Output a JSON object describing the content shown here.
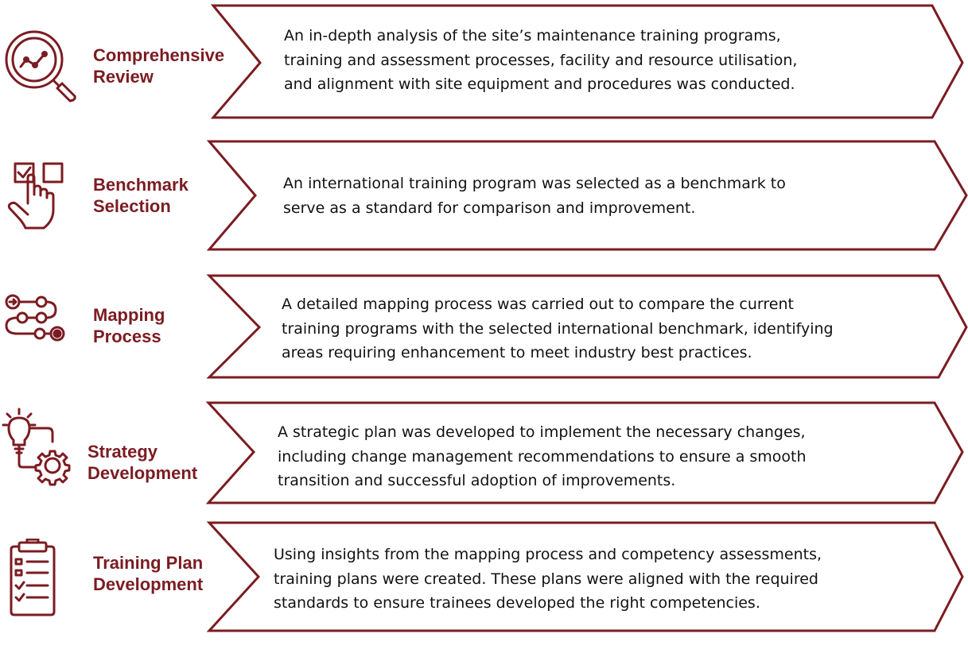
{
  "colors": {
    "accent": "#7b1c22",
    "text": "#111111"
  },
  "steps": [
    {
      "icon": "magnifier-chart-icon",
      "title": [
        "Comprehensive",
        "Review"
      ],
      "text": [
        "An in-depth analysis of the site’s maintenance training programs,",
        "training and assessment processes, facility and resource utilisation,",
        "and alignment with site equipment and procedures was conducted."
      ]
    },
    {
      "icon": "checkbox-hand-icon",
      "title": [
        "Benchmark",
        "Selection"
      ],
      "text": [
        "An international training program was selected as a benchmark to",
        "serve as a standard for comparison and improvement."
      ]
    },
    {
      "icon": "process-map-icon",
      "title": [
        "Mapping",
        "Process"
      ],
      "text": [
        "A detailed mapping process was carried out to compare the current",
        "training programs with the selected international benchmark, identifying",
        "areas requiring enhancement to meet industry best practices."
      ]
    },
    {
      "icon": "lightbulb-gear-icon",
      "title": [
        "Strategy",
        "Development"
      ],
      "text": [
        "A strategic plan was developed to implement the necessary changes,",
        "including change management recommendations to ensure a smooth",
        "transition and successful adoption of improvements."
      ]
    },
    {
      "icon": "clipboard-checklist-icon",
      "title": [
        "Training Plan",
        "Development"
      ],
      "text": [
        "Using insights from the mapping process and competency assessments,",
        "training plans were created. These plans were aligned with the required",
        "standards to ensure trainees developed the right competencies."
      ]
    }
  ]
}
